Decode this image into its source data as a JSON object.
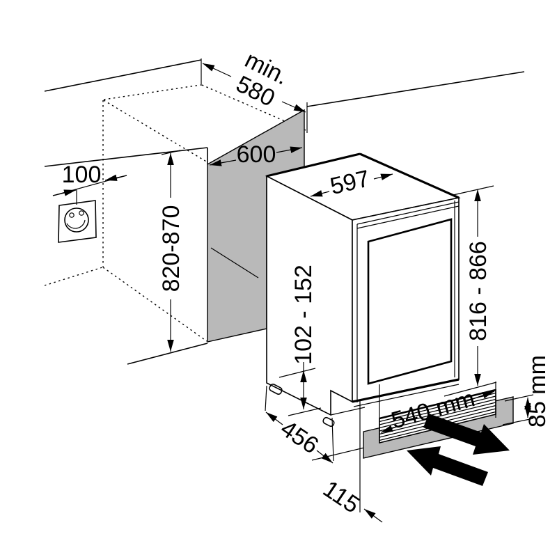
{
  "diagram": {
    "description_labels": {
      "niche_depth_prefix": "min.",
      "niche_depth": "580",
      "socket_distance": "100",
      "niche_width": "600",
      "niche_height": "820-870",
      "appliance_width": "597",
      "appliance_height": "816 - 866",
      "base_height": "102 - 152",
      "appliance_depth": "456",
      "base_recess": "115",
      "vent_cutout_width": "540 mm",
      "vent_cutout_height": "85 mm"
    },
    "icons": {
      "power_socket": "french-power-socket",
      "airflow_in": "thick-arrow-up-left",
      "airflow_out": "thick-arrow-down-right"
    },
    "colors": {
      "line": "#000000",
      "shaded_panel": "#b9b9b9",
      "background": "#ffffff",
      "airflow_arrow": "#000000"
    }
  }
}
